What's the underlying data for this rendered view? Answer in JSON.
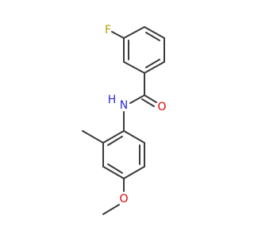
{
  "molecule": {
    "atoms": {
      "fluorine": {
        "symbol": "F",
        "color": "#b4a000"
      },
      "amide_nitrogen": {
        "symbol": "N",
        "color": "#2b2bd6"
      },
      "amide_hydrogen": {
        "symbol": "H",
        "color": "#2b2bd6"
      },
      "carbonyl_oxygen": {
        "symbol": "O",
        "color": "#e00000"
      },
      "ether_oxygen": {
        "symbol": "O",
        "color": "#e00000"
      }
    }
  }
}
